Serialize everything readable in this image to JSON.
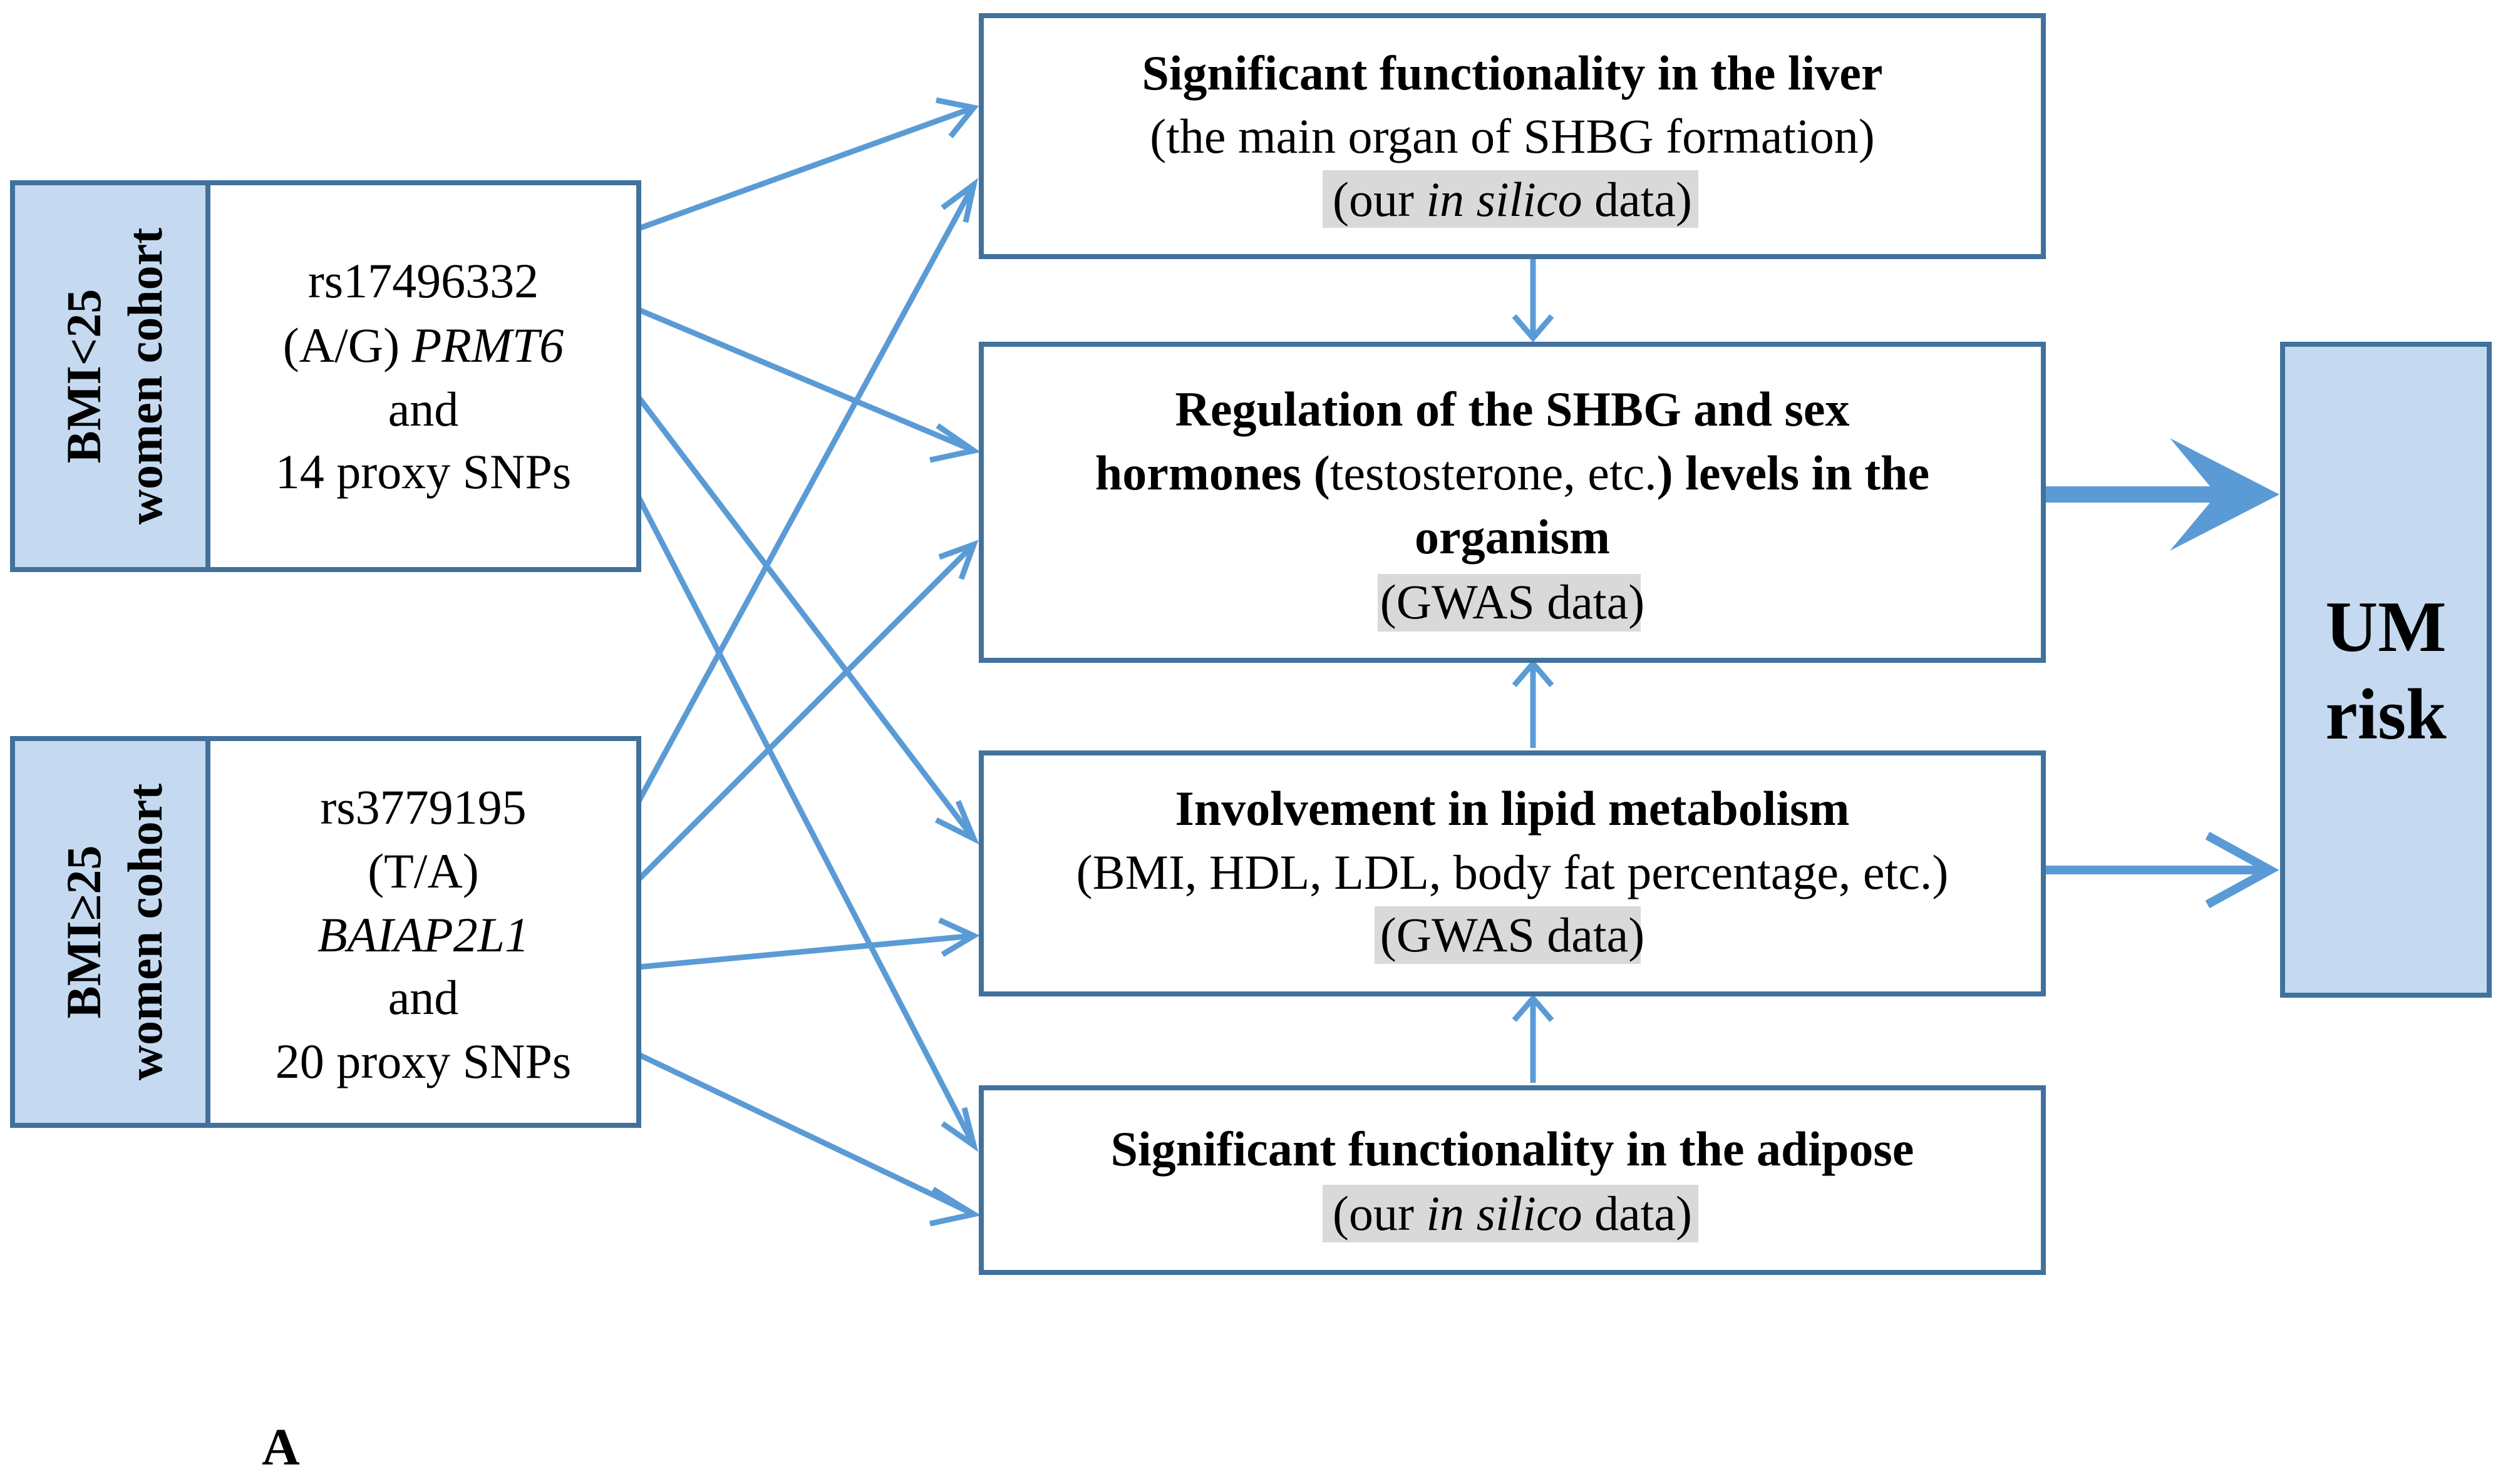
{
  "cohorts": [
    {
      "label_line1": "BMI<25",
      "label_line2": "women cohort",
      "snp": "rs17496332",
      "allele": "(A/G)",
      "gene": "PRMT6",
      "and": "and",
      "proxy": "14 proxy SNPs"
    },
    {
      "label_line1": "BMI≥25",
      "label_line2": "women cohort",
      "snp": "rs3779195",
      "allele": "(T/A)",
      "gene": "BAIAP2L1",
      "and": "and",
      "proxy": "20 proxy SNPs"
    }
  ],
  "boxes": {
    "liver": {
      "title": "Significant functionality in the liver",
      "line2": "(the main organ of SHBG formation)",
      "src_open": "(",
      "src_pre": "our ",
      "src_ital": "in silico",
      "src_post": " data",
      "src_close": ")"
    },
    "regulation": {
      "line1": "Regulation of the SHBG and sex",
      "line2_bold_a": "hormones (",
      "line2_normal": "testosterone, etc.",
      "line2_bold_b": ") levels in the",
      "line3": "organism",
      "src_open": "(",
      "src": "GWAS data",
      "src_close": ")"
    },
    "lipid": {
      "title": "Involvement in lipid metabolism",
      "line2": "(BMI, HDL, LDL, body fat percentage, etc.)",
      "src_open": "(",
      "src": "GWAS data",
      "src_close": ")"
    },
    "adipose": {
      "title": "Significant functionality in the adipose",
      "src_open": "(",
      "src_pre": "our ",
      "src_ital": "in silico",
      "src_post": " data",
      "src_close": ")"
    }
  },
  "outcome": {
    "line1": "UM",
    "line2": "risk"
  },
  "panel_label": "A",
  "colors": {
    "arrow": "#5b9bd5",
    "border": "#41719c",
    "cohort_fill": "#c5daf0",
    "highlight": "#d9d9d9"
  }
}
